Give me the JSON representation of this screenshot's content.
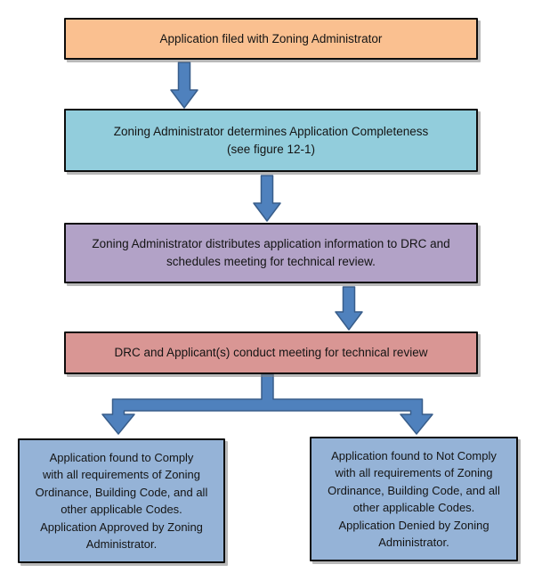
{
  "boxes": [
    {
      "name": "application-filed",
      "label": "Application filed with Zoning Administrator",
      "fill": "#FAC090"
    },
    {
      "name": "determine-completeness",
      "label": "Zoning Administrator determines Application Completeness\n(see figure 12-1)",
      "fill": "#92CDDC"
    },
    {
      "name": "distribute-to-drc",
      "label": "Zoning Administrator distributes application information to DRC and\nschedules meeting for technical review.",
      "fill": "#B2A2C7"
    },
    {
      "name": "technical-review-meeting",
      "label": "DRC and Applicant(s) conduct meeting for technical review",
      "fill": "#D99694"
    },
    {
      "name": "comply-approved",
      "label": "Application found to Comply\nwith all requirements of Zoning\nOrdinance, Building Code, and all\nother applicable Codes.\nApplication Approved by Zoning\nAdministrator.",
      "fill": "#95B3D7"
    },
    {
      "name": "not-comply-denied",
      "label": "Application found to Not Comply\nwith all requirements of Zoning\nOrdinance, Building Code, and all\nother applicable Codes.\nApplication Denied by Zoning\nAdministrator.",
      "fill": "#95B3D7"
    }
  ],
  "colors": {
    "arrow_fill": "#4F81BD",
    "arrow_stroke": "#385D8A",
    "box_border": "#0D0D0D",
    "box_shadow": "#808080",
    "background": "#FFFFFF"
  }
}
